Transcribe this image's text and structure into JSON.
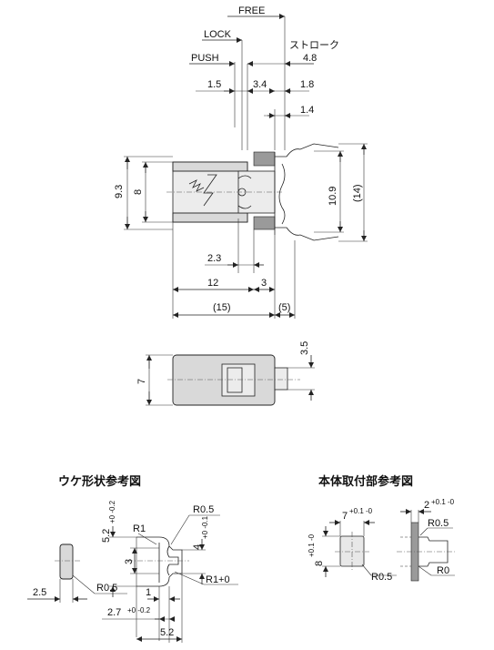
{
  "top_view": {
    "free_label": "FREE",
    "lock_label": "LOCK",
    "push_label": "PUSH",
    "stroke_label": "ストローク",
    "stroke_value": "4.8",
    "dim_1_5": "1.5",
    "dim_3_4": "3.4",
    "dim_1_8": "1.8",
    "dim_1_4": "1.4",
    "dim_9_3": "9.3",
    "dim_8": "8",
    "dim_10_9": "10.9",
    "dim_14": "(14)",
    "dim_2_3": "2.3",
    "dim_12": "12",
    "dim_3": "3",
    "dim_15": "(15)",
    "dim_5": "(5)"
  },
  "side_view": {
    "dim_3_5": "3.5",
    "dim_7": "7"
  },
  "receiver_ref": {
    "title": "ウケ形状参考図",
    "dim_5_2_tol": "5.2",
    "tol_5_2": "+0 -0.2",
    "r0_5_top": "R0.5",
    "r1": "R1",
    "dim_4": "4",
    "tol_4": "+0 -0.1",
    "dim_3": "3",
    "dim_2_5": "2.5",
    "r0_5_left": "R0.5",
    "dim_1": "1",
    "r1_plus": "R1+0",
    "dim_2_7": "2.7",
    "tol_2_7": "+0 -0.2",
    "dim_5_2": "5.2"
  },
  "mount_ref": {
    "title": "本体取付部参考図",
    "dim_7": "7",
    "tol_7": "+0.1 -0",
    "dim_2": "2",
    "tol_2": "+0.1 -0",
    "dim_8": "8",
    "tol_8": "+0.1 -0",
    "r0_5_right": "R0.5",
    "r0_5_bottom": "R0.5",
    "r0": "R0"
  }
}
